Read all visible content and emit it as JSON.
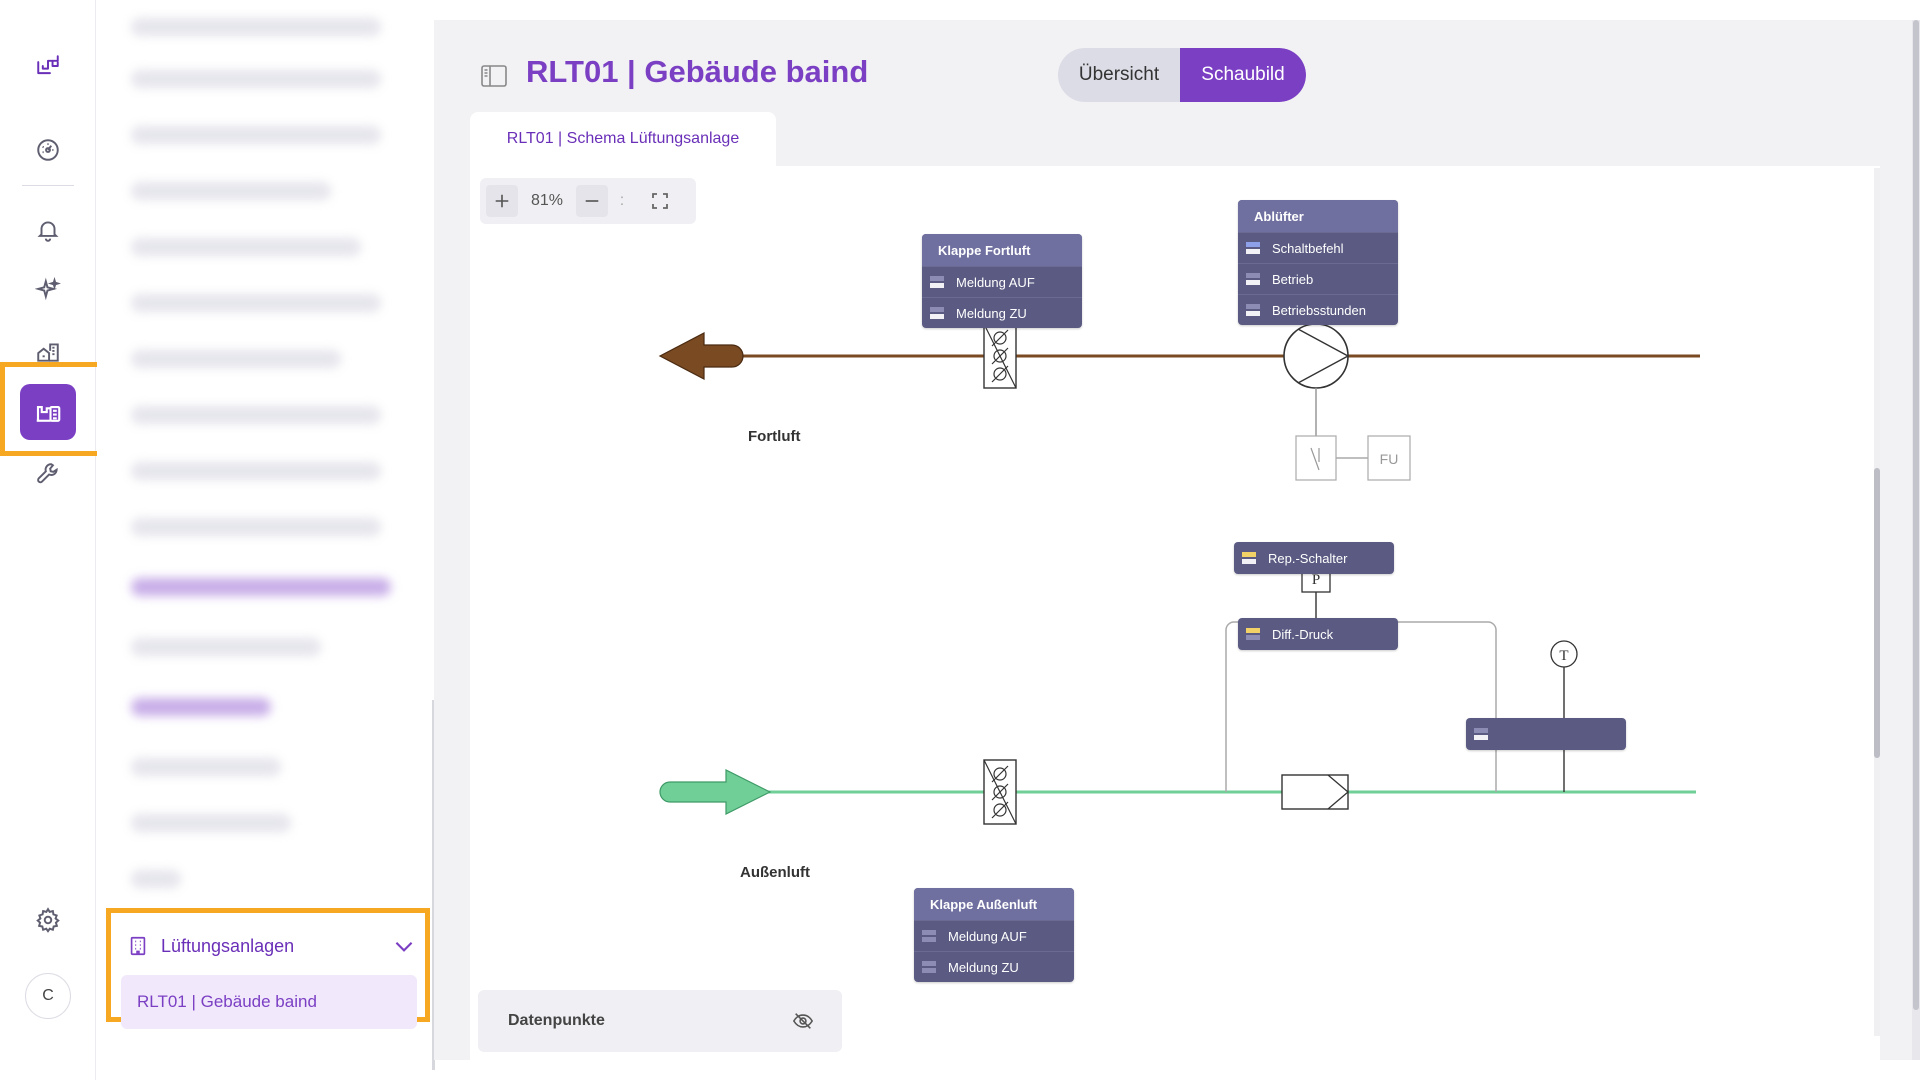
{
  "rail": {
    "user_initial": "C",
    "accent_color": "#7b3fc4",
    "highlight_color": "#f7a823",
    "icons": [
      "logo-icon",
      "dashboard-icon",
      "bell-icon",
      "sparkles-icon",
      "buildings-icon",
      "plant-icon",
      "wrench-icon",
      "gear-icon"
    ]
  },
  "tree": {
    "group_label": "Lüftungsanlagen",
    "selected_item": "RLT01 | Gebäude baind"
  },
  "header": {
    "title": "RLT01 | Gebäude baind",
    "view_options": [
      "Übersicht",
      "Schaubild"
    ],
    "active_view": "Schaubild"
  },
  "schema": {
    "tab_label": "RLT01 | Schema Lüftungsanlage",
    "zoom_level": "81%",
    "labels": {
      "exhaust": "Fortluft",
      "outside": "Außenluft",
      "fu": "FU",
      "pressure": "P",
      "temperature": "T"
    },
    "colors": {
      "exhaust_pipe": "#7a4a22",
      "outside_pipe": "#6fcf97",
      "card_bg": "#5a5a82"
    },
    "cards": {
      "klappe_fortluft": {
        "title": "Klappe Fortluft",
        "rows": [
          "Meldung AUF",
          "Meldung ZU"
        ]
      },
      "ablufter": {
        "title": "Ablüfter",
        "rows": [
          "Schaltbefehl",
          "Betrieb",
          "Betriebsstunden"
        ]
      },
      "rep_schalter": {
        "label": "Rep.-Schalter"
      },
      "diff_druck": {
        "label": "Diff.-Druck"
      },
      "klappe_aussenluft": {
        "title": "Klappe Außenluft",
        "rows": [
          "Meldung AUF",
          "Meldung ZU"
        ]
      }
    }
  },
  "datapoints_panel": {
    "label": "Datenpunkte"
  }
}
